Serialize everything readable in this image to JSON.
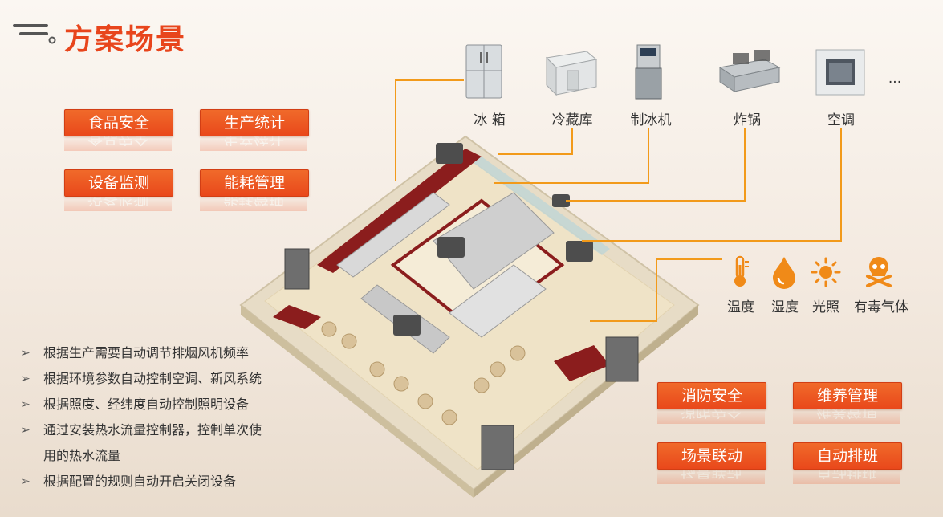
{
  "title": "方案场景",
  "left_tags": [
    "食品安全",
    "生产统计",
    "设备监测",
    "能耗管理"
  ],
  "right_tags": [
    "消防安全",
    "维养管理",
    "场景联动",
    "自动排班"
  ],
  "devices": [
    {
      "label": "冰 箱",
      "icon": "fridge-icon"
    },
    {
      "label": "冷藏库",
      "icon": "cold-storage-icon"
    },
    {
      "label": "制冰机",
      "icon": "ice-machine-icon"
    },
    {
      "label": "炸锅",
      "icon": "fryer-icon"
    },
    {
      "label": "空调",
      "icon": "air-conditioner-icon"
    }
  ],
  "more": "...",
  "sensors": [
    {
      "label": "温度",
      "icon": "thermometer-icon"
    },
    {
      "label": "湿度",
      "icon": "water-drop-icon"
    },
    {
      "label": "光照",
      "icon": "sun-icon"
    },
    {
      "label": "有毒气体",
      "icon": "toxic-gas-icon"
    }
  ],
  "bullets": [
    "根据生产需要自动调节排烟风机频率",
    "根据环境参数自动控制空调、新风系统",
    "根据照度、经纬度自动控制照明设备",
    "通过安装热水流量控制器，控制单次使",
    "用的热水流量",
    "根据配置的规则自动开启关闭设备"
  ],
  "colors": {
    "accent": "#e9481b",
    "line": "#f29a1a",
    "floor_wall": "#8b1d1d"
  }
}
